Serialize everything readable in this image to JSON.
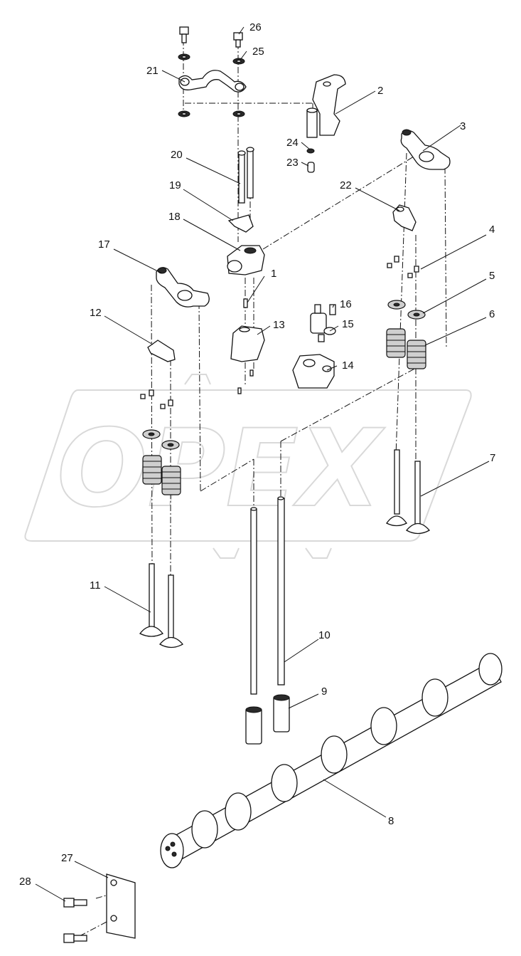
{
  "watermark": {
    "text": "OPEX",
    "color": "#d9d9d9"
  },
  "callouts": [
    {
      "id": "label-1",
      "text": "1"
    },
    {
      "id": "label-2",
      "text": "2"
    },
    {
      "id": "label-3",
      "text": "3"
    },
    {
      "id": "label-4",
      "text": "4"
    },
    {
      "id": "label-5",
      "text": "5"
    },
    {
      "id": "label-6",
      "text": "6"
    },
    {
      "id": "label-7",
      "text": "7"
    },
    {
      "id": "label-8",
      "text": "8"
    },
    {
      "id": "label-9",
      "text": "9"
    },
    {
      "id": "label-10",
      "text": "10"
    },
    {
      "id": "label-11",
      "text": "11"
    },
    {
      "id": "label-12",
      "text": "12"
    },
    {
      "id": "label-13",
      "text": "13"
    },
    {
      "id": "label-14",
      "text": "14"
    },
    {
      "id": "label-15",
      "text": "15"
    },
    {
      "id": "label-16",
      "text": "16"
    },
    {
      "id": "label-17",
      "text": "17"
    },
    {
      "id": "label-18",
      "text": "18"
    },
    {
      "id": "label-19",
      "text": "19"
    },
    {
      "id": "label-20",
      "text": "20"
    },
    {
      "id": "label-21",
      "text": "21"
    },
    {
      "id": "label-22",
      "text": "22"
    },
    {
      "id": "label-23",
      "text": "23"
    },
    {
      "id": "label-24",
      "text": "24"
    },
    {
      "id": "label-25",
      "text": "25"
    },
    {
      "id": "label-26",
      "text": "26"
    },
    {
      "id": "label-27",
      "text": "27"
    },
    {
      "id": "label-28",
      "text": "28"
    }
  ]
}
